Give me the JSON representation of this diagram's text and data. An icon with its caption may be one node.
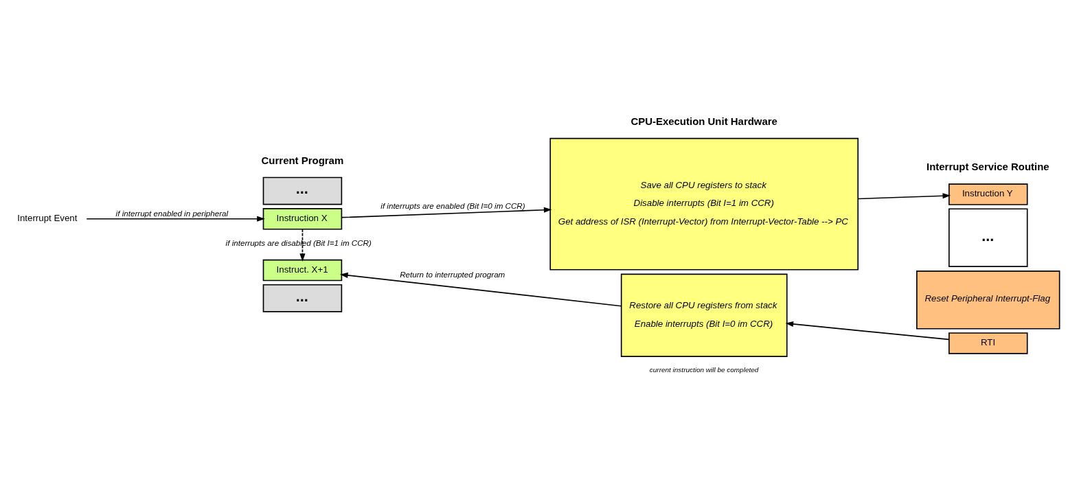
{
  "diagram": {
    "nodes": [
      {
        "text": [
          "Interrupt Event"
        ]
      },
      {
        "text": [
          "..."
        ]
      },
      {
        "text": [
          "Instruction X"
        ]
      },
      {
        "text": [
          "Instruct. X+1"
        ]
      },
      {
        "text": [
          "..."
        ]
      },
      {
        "text": [
          "Save all CPU registers to stack",
          "Disable interrupts (Bit I=1 im CCR)",
          "Get address of ISR (Interrupt-Vector) from Interrupt-Vector-Table --> PC"
        ]
      },
      {
        "text": [
          "Restore all CPU registers from stack",
          "Enable interrupts (Bit I=0 im CCR)"
        ]
      },
      {
        "text": [
          "Instruction Y"
        ]
      },
      {
        "text": [
          "..."
        ]
      },
      {
        "text": [
          "Reset Peripheral Interrupt-Flag"
        ]
      },
      {
        "text": [
          "RTI"
        ]
      }
    ],
    "edges": [
      {
        "from": 0,
        "to": 2,
        "arrow": "to",
        "label": "if interrupt enabled in peripheral"
      },
      {
        "from": 2,
        "to": 5,
        "arrow": "to",
        "label": "if interrupts are enabled (Bit I=0 im CCR)"
      },
      {
        "from": 2,
        "to": 3,
        "arrow": "to",
        "style": "dashed",
        "label": "if interrupts are disabled (Bit I=1 im CCR)"
      },
      {
        "from": 5,
        "to": 7,
        "arrow": "to"
      },
      {
        "from": 10,
        "to": 6,
        "arrow": "to"
      },
      {
        "from": 6,
        "to": 3,
        "arrow": "to",
        "label": "Return to interrupted program"
      }
    ],
    "labels": [
      "Current Program",
      "CPU-Execution Unit Hardware",
      "Interrupt Service Routine",
      "current instruction will be completed"
    ]
  }
}
